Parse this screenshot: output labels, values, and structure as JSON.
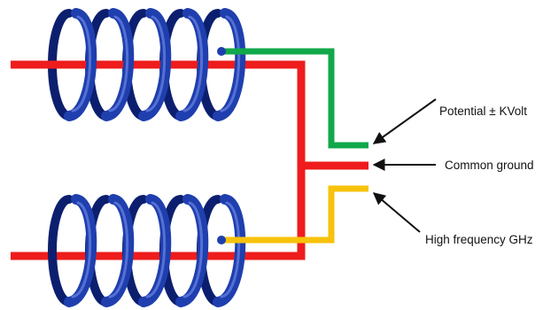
{
  "labels": {
    "potential": "Potential ± KVolt",
    "ground": "Common ground",
    "high_frequency": "High frequency GHz"
  },
  "colors": {
    "coil": "#1f3fae",
    "coil_dark": "#0c1f6e",
    "coil_highlight": "#6c86e6",
    "ground_wire": "#ee1c1c",
    "potential_wire": "#10a84a",
    "hf_wire": "#f7c20a",
    "arrow": "#111111",
    "background": "#ffffff"
  },
  "coil_turns": 5
}
